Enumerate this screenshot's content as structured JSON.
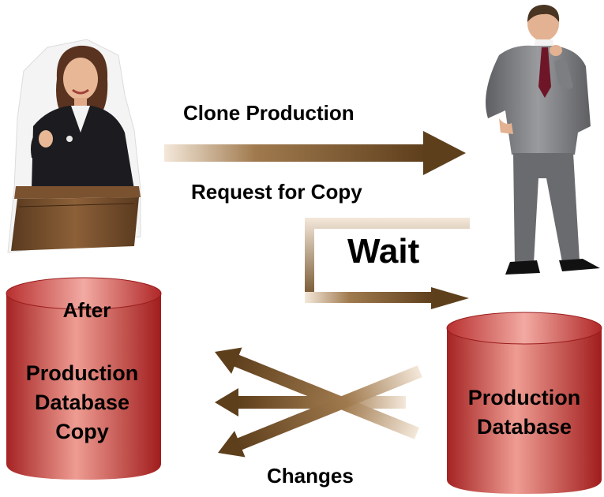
{
  "labels": {
    "clone_production": "Clone Production",
    "request_for_copy": "Request for Copy",
    "wait": "Wait",
    "changes": "Changes"
  },
  "databases": {
    "copy": {
      "top_label": "After",
      "lines": [
        "Production",
        "Database",
        "Copy"
      ]
    },
    "production": {
      "lines": [
        "Production",
        "Database"
      ]
    }
  },
  "people": {
    "presenter": "woman-at-podium",
    "listener": "man-thinking"
  },
  "colors": {
    "arrow_dark": "#6b4a22",
    "arrow_light": "#ffffff",
    "cylinder_dark": "#a82020",
    "cylinder_light": "#e88a80",
    "suit_woman": "#1c1c20",
    "suit_man": "#77787a",
    "podium": "#6e4a2a"
  }
}
